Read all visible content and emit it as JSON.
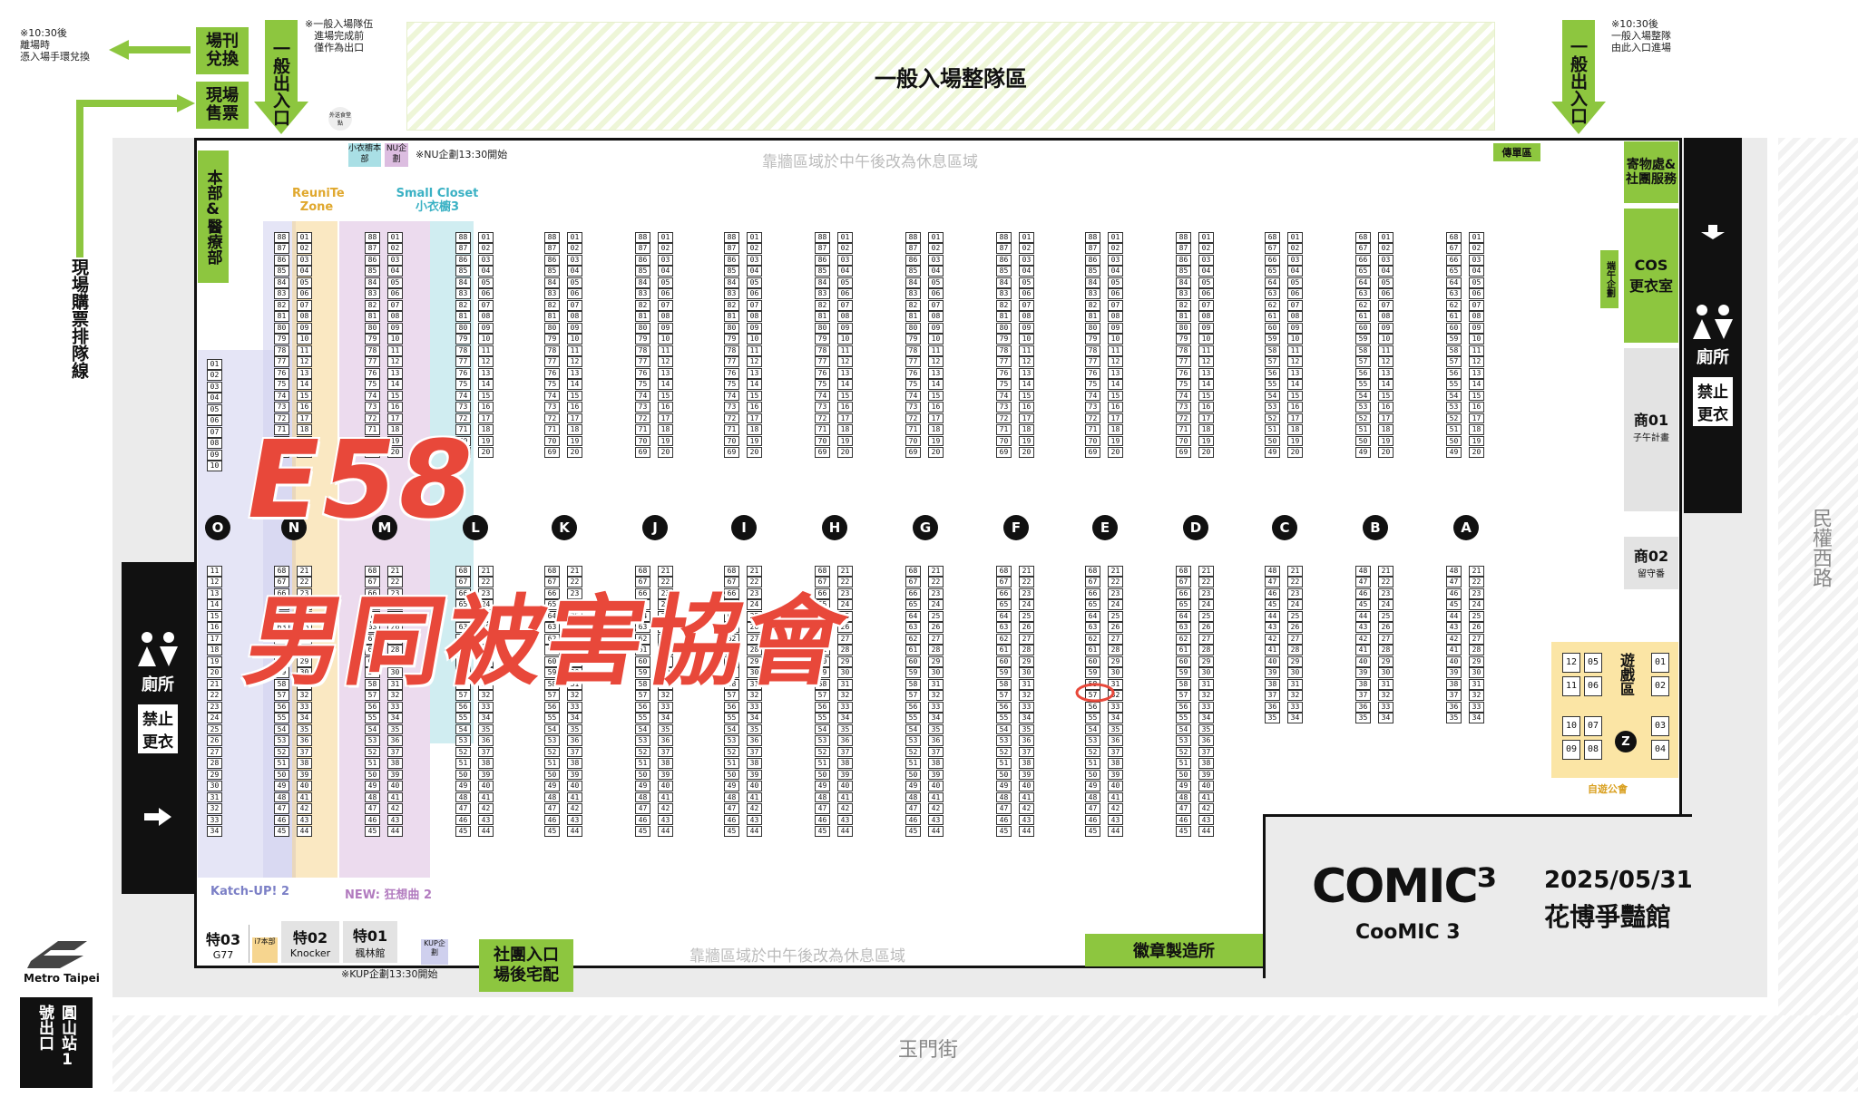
{
  "top": {
    "note_left": [
      "※10:30後",
      "離場時",
      "憑入場手環兌換"
    ],
    "pamphlet_exchange": "場刊兌換",
    "onsite_tickets": "現場售票",
    "queue_line": "現場購票排隊線",
    "general_exit_entrance_left": "一般出入口",
    "note_exit": [
      "※一般入場隊伍",
      "進場完成前",
      "僅作為出口"
    ],
    "general_queue_area": "一般入場整隊區",
    "general_exit_entrance_right": "一般出入口",
    "note_right": [
      "※10:30後",
      "一般入場整隊",
      "由此入口進場"
    ],
    "small_badge": "外送食堂點"
  },
  "hall": {
    "wall_rest_top": "靠牆區域於中午後改為休息區域",
    "wall_rest_bottom": "靠牆區域於中午後改為休息區域",
    "flyer_area": "傳單區",
    "hq_medical": "本部&醫療部",
    "small_closet_hq": "小衣櫥本部",
    "nu_project": "NU企劃",
    "nu_note": "※NU企劃13:30開始",
    "reunite_zone": "ReuniTe Zone",
    "small_closet": "Small Closet 小衣櫥3",
    "katch_up": "Katch-UP! 2",
    "new_zone": "NEW: 狂想曲 2",
    "storage": "寄物處&社團服務",
    "noon_project": "端午企劃",
    "cos_room": "COS更衣室",
    "toilet_right": "廁所",
    "no_change_right": "禁止更衣",
    "toilet_left": "廁所",
    "no_change_left": "禁止更衣",
    "shop01_code": "商01",
    "shop01_name": "子午計畫",
    "shop02_code": "商02",
    "shop02_name": "留守番",
    "game_area": "遊戲區",
    "game_sponsor": "自遊公會",
    "game_z": "Z",
    "game_cells": [
      "12",
      "05",
      "01",
      "11",
      "06",
      "02",
      "10",
      "07",
      "03",
      "09",
      "08",
      "04"
    ],
    "sp03_code": "特03",
    "sp03_name": "G77",
    "i7_project": "i7本部",
    "sp02_code": "特02",
    "sp02_name": "Knocker",
    "sp01_code": "特01",
    "sp01_name": "楓林館",
    "kup_project": "KUP企劃",
    "club_entrance": "社團入口場後宅配",
    "kup_note": "※KUP企劃13:30開始",
    "badge_workshop": "徽章製造所",
    "street_bottom": "玉門街",
    "street_right": "民權西路"
  },
  "rows": [
    "O",
    "N",
    "M",
    "L",
    "K",
    "J",
    "I",
    "H",
    "G",
    "F",
    "E",
    "D",
    "C",
    "B",
    "A"
  ],
  "booth_top_a": [
    "88",
    "87",
    "86",
    "85",
    "84",
    "83",
    "82",
    "81",
    "80",
    "79",
    "78",
    "77",
    "76",
    "75",
    "74",
    "73",
    "72",
    "71",
    "70",
    "69"
  ],
  "booth_top_b": [
    "01",
    "02",
    "03",
    "04",
    "05",
    "06",
    "07",
    "08",
    "09",
    "10",
    "11",
    "12",
    "13",
    "14",
    "15",
    "16",
    "17",
    "18",
    "19",
    "20"
  ],
  "booth_top_c": [
    "68",
    "67",
    "66",
    "65",
    "64",
    "63",
    "62",
    "61",
    "60",
    "59",
    "58",
    "57",
    "56",
    "55",
    "54",
    "53",
    "52",
    "51",
    "50",
    "49"
  ],
  "booth_o_top": [
    "01",
    "02",
    "03",
    "04",
    "05",
    "06",
    "07",
    "08",
    "09",
    "10"
  ],
  "booth_bot_a": [
    "68",
    "67",
    "66",
    "65",
    "64",
    "63",
    "62",
    "61",
    "60",
    "59",
    "58",
    "57",
    "56",
    "55",
    "54",
    "53",
    "52",
    "51",
    "50",
    "49",
    "48",
    "47",
    "46",
    "45"
  ],
  "booth_bot_b": [
    "21",
    "22",
    "23",
    "24",
    "25",
    "26",
    "27",
    "28",
    "29",
    "30",
    "31",
    "32",
    "33",
    "34",
    "35",
    "36",
    "37",
    "38",
    "39",
    "40",
    "41",
    "42",
    "43",
    "44"
  ],
  "booth_bot_c": [
    "48",
    "47",
    "46",
    "45",
    "44",
    "43",
    "42",
    "41",
    "40",
    "39",
    "38",
    "37",
    "36",
    "35"
  ],
  "booth_bot_d": [
    "21",
    "22",
    "23",
    "24",
    "25",
    "26",
    "27",
    "28",
    "29",
    "30",
    "31",
    "32",
    "33",
    "34"
  ],
  "booth_o_bot": [
    "11",
    "12",
    "13",
    "14",
    "15",
    "16",
    "17",
    "18",
    "19",
    "20",
    "21",
    "22",
    "23",
    "24",
    "25",
    "26",
    "27",
    "28",
    "29",
    "30",
    "31",
    "32",
    "33",
    "34"
  ],
  "overlay": {
    "line1": "E58",
    "line2": "男同被害協會"
  },
  "brand": {
    "logo": "COMIC³",
    "name": "CooMIC 3",
    "date": "2025/05/31",
    "venue": "花博爭豔館"
  },
  "metro": {
    "name": "Metro Taipei",
    "exit": "圓山站1號出口"
  },
  "colors": {
    "green": "#8dc63f",
    "red": "#e8483a",
    "reunite": "#f6d58f",
    "closet": "#a9dfe5",
    "katch": "#cfd0ee",
    "newzone": "#dcbde0"
  }
}
